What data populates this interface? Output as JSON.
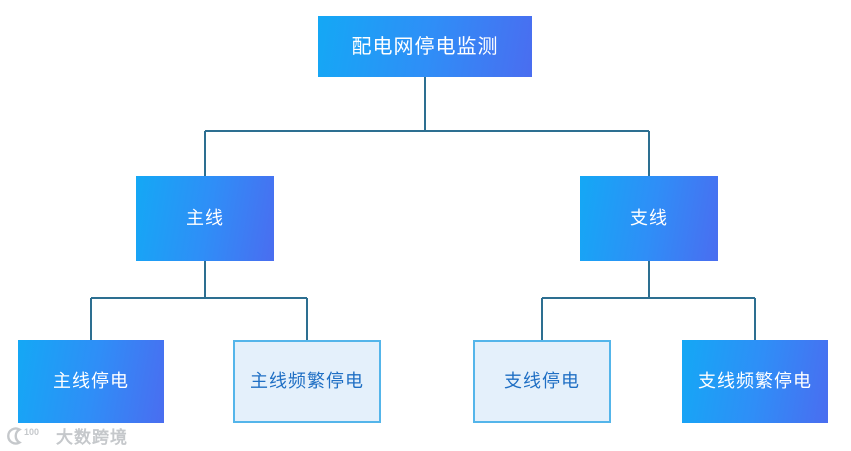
{
  "diagram": {
    "type": "tree",
    "background_color": "#ffffff",
    "connector_color": "#2d6f91",
    "palette": {
      "filled_gradient_start": "#14a8f5",
      "filled_gradient_mid": "#2f8ef7",
      "filled_gradient_end": "#4a6df0",
      "filled_text": "#ffffff",
      "outlined_fill": "#e4f0fb",
      "outlined_border": "#54b5ea",
      "outlined_text": "#1f6fc4"
    },
    "nodes": {
      "root": {
        "label": "配电网停电监测",
        "style": "filled"
      },
      "level2": [
        {
          "label": "主线",
          "style": "filled"
        },
        {
          "label": "支线",
          "style": "filled"
        }
      ],
      "level3": [
        {
          "label": "主线停电",
          "style": "filled"
        },
        {
          "label": "主线频繁停电",
          "style": "outlined"
        },
        {
          "label": "支线停电",
          "style": "outlined"
        },
        {
          "label": "支线频繁停电",
          "style": "filled"
        }
      ]
    }
  },
  "watermark": {
    "text": "大数跨境",
    "logo_label": "100",
    "icon": "c-100-logo-icon"
  }
}
